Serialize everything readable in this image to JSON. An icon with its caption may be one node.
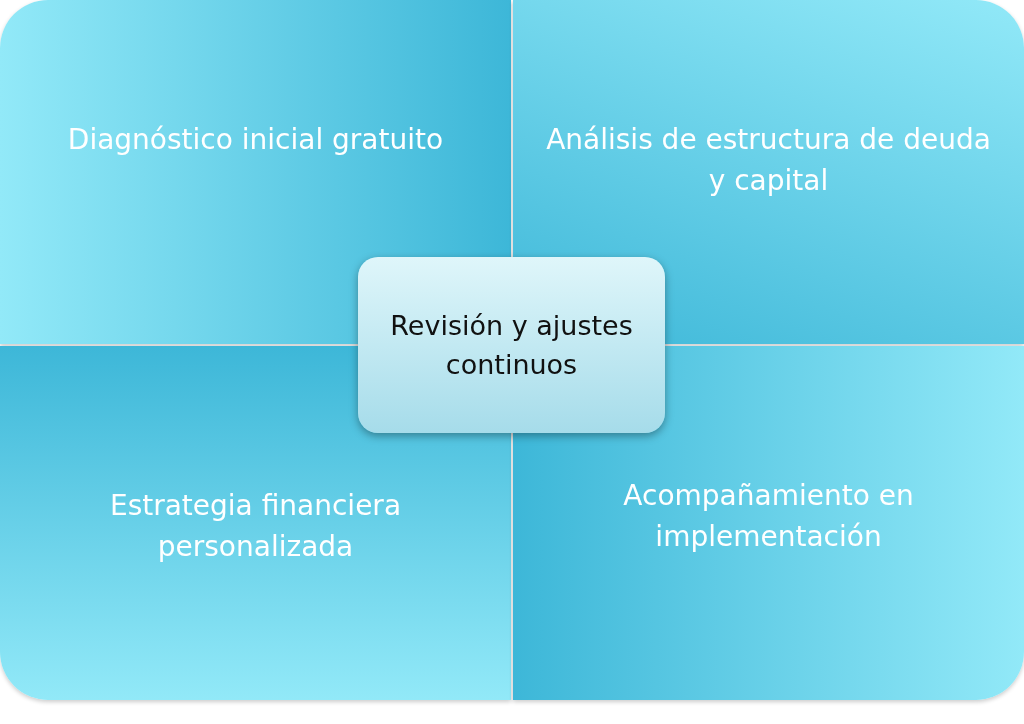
{
  "diagram": {
    "nodes": [
      {
        "text": [
          "Diagnóstico inicial gratuito"
        ]
      },
      {
        "text": [
          "Análisis de estructura de deuda y capital"
        ]
      },
      {
        "text": [
          "Estrategia financiera personalizada"
        ]
      },
      {
        "text": [
          "Acompañamiento en implementación"
        ]
      },
      {
        "text": [
          "Revisión y ajustes continuos"
        ]
      }
    ]
  }
}
